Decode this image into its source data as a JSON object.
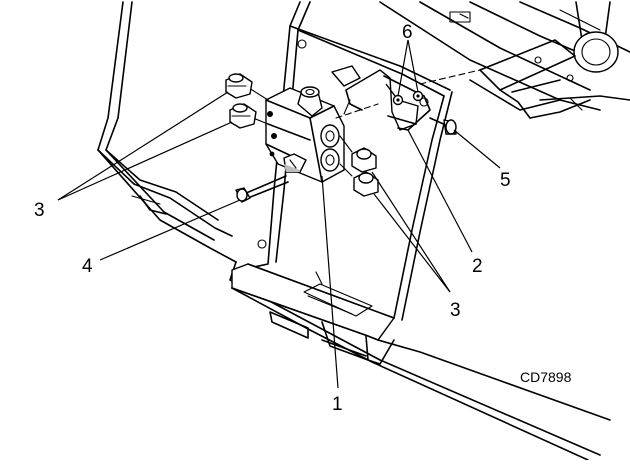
{
  "figure_code": "CD7898",
  "callouts": {
    "part_1": "1",
    "part_2": "2",
    "part_3_left": "3",
    "part_3_right": "3",
    "part_4": "4",
    "part_5": "5",
    "part_6": "6"
  }
}
